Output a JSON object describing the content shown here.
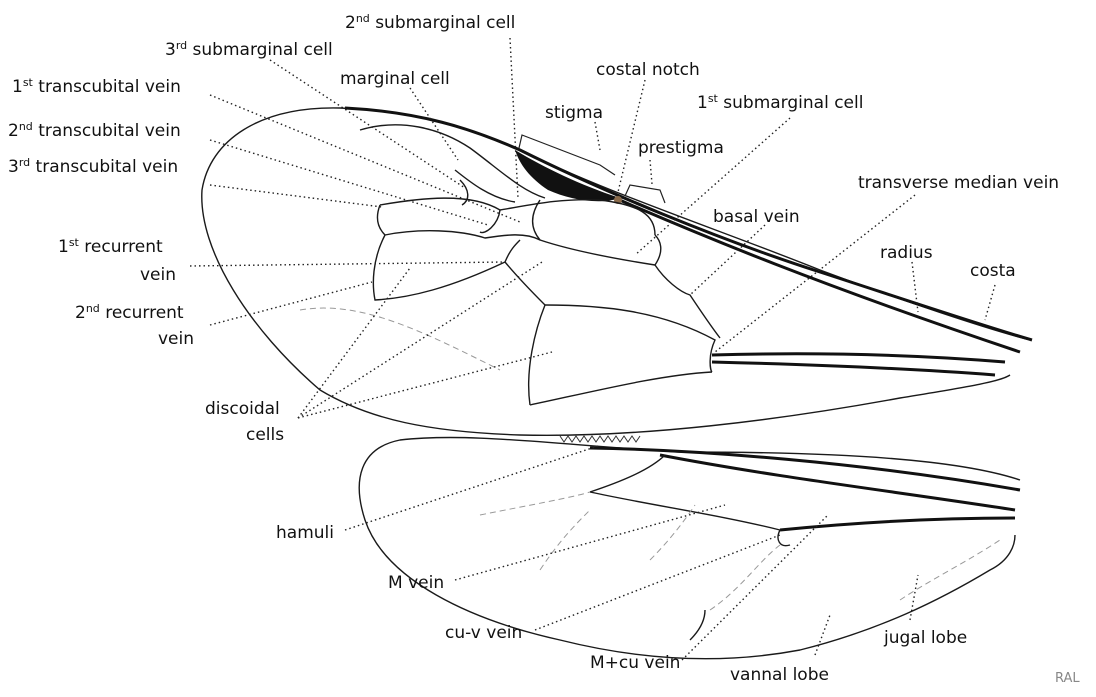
{
  "labels": {
    "submarginal_2": {
      "pre": "2",
      "sup": "nd",
      "post": " submarginal cell"
    },
    "submarginal_3": {
      "pre": "3",
      "sup": "rd",
      "post": " submarginal cell"
    },
    "marginal_cell": "marginal cell",
    "costal_notch": "costal notch",
    "stigma": "stigma",
    "submarginal_1": {
      "pre": "1",
      "sup": "st",
      "post": " submarginal cell"
    },
    "prestigma": "prestigma",
    "transcubital_1": {
      "pre": "1",
      "sup": "st",
      "post": " transcubital vein"
    },
    "transcubital_2": {
      "pre": "2",
      "sup": "nd",
      "post": " transcubital vein"
    },
    "transcubital_3": {
      "pre": "3",
      "sup": "rd",
      "post": " transcubital vein"
    },
    "transverse_median_vein": "transverse median vein",
    "basal_vein": "basal vein",
    "radius": "radius",
    "costa": "costa",
    "recurrent_1": {
      "pre": "1",
      "sup": "st",
      "post": " recurrent",
      "line2": "vein"
    },
    "recurrent_2": {
      "pre": "2",
      "sup": "nd",
      "post": " recurrent",
      "line2": "vein"
    },
    "discoidal_cells": {
      "line1": "discoidal",
      "line2": "cells"
    },
    "hamuli": "hamuli",
    "m_vein": "M vein",
    "cu_v_vein": "cu-v vein",
    "m_cu_vein": "M+cu vein",
    "jugal_lobe": "jugal lobe",
    "vannal_lobe": "vannal lobe",
    "signature": "RAL"
  }
}
